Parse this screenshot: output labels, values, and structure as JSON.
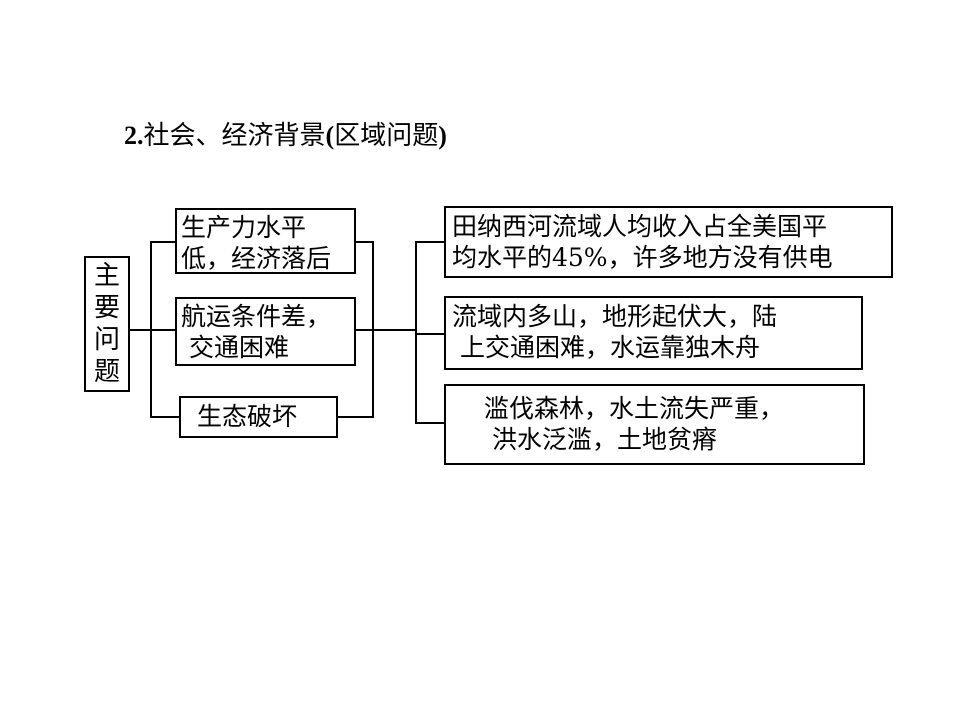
{
  "title": {
    "number": "2.",
    "text": "社会、经济背景",
    "paren_open": "(",
    "paren_text": "区域问题",
    "paren_close": ")"
  },
  "root": {
    "chars": [
      "主",
      "要",
      "问",
      "题"
    ]
  },
  "problems": [
    {
      "line1": "生产力水平",
      "line2": "低，经济落后"
    },
    {
      "line1": "航运条件差，",
      "line2": " 交通困难"
    },
    {
      "line1": "生态破坏",
      "line2": ""
    }
  ],
  "details": [
    {
      "line1": "田纳西河流域人均收入占全美国平",
      "line2": "均水平的45%，许多地方没有供电"
    },
    {
      "line1": "流域内多山，地形起伏大，陆",
      "line2": " 上交通困难，水运靠独木舟"
    },
    {
      "line1": "滥伐森林，水土流失严重，",
      "line2": " 洪水泛滥，土地贫瘠"
    }
  ]
}
